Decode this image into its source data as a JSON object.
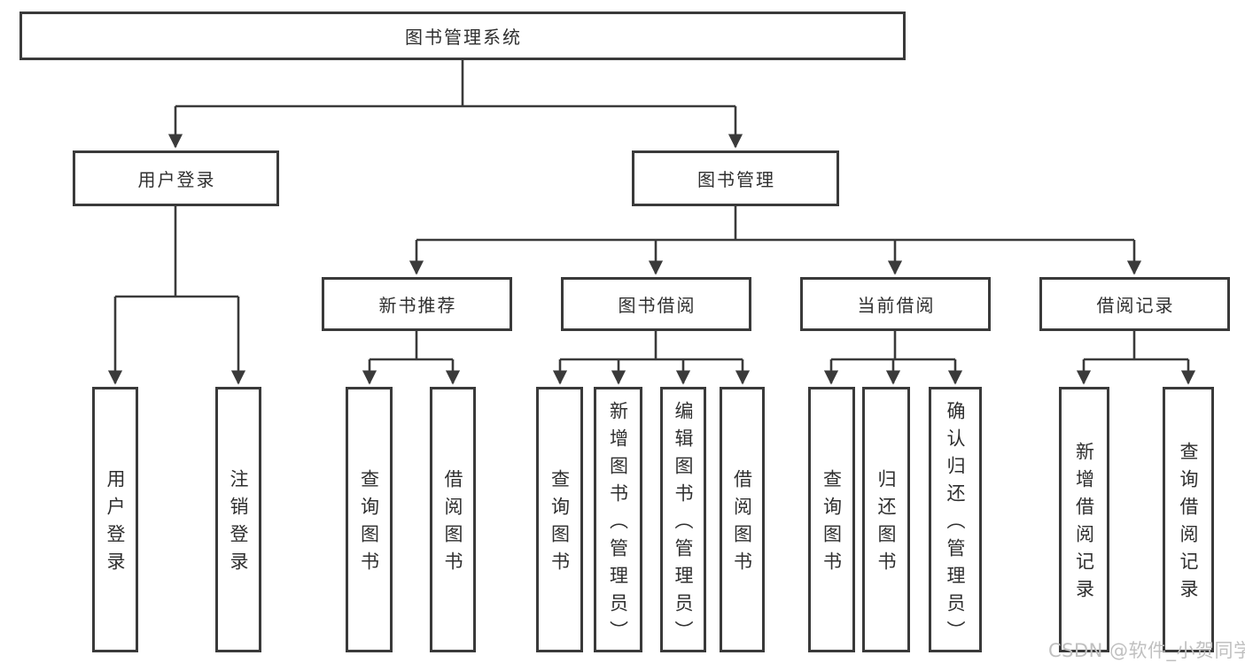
{
  "diagram": {
    "root": {
      "label": "图书管理系统"
    },
    "branches": [
      {
        "label": "用户登录",
        "children": [
          {
            "label": "用户登录"
          },
          {
            "label": "注销登录"
          }
        ]
      },
      {
        "label": "图书管理",
        "children": [
          {
            "label": "新书推荐",
            "children": [
              {
                "label": "查询图书"
              },
              {
                "label": "借阅图书"
              }
            ]
          },
          {
            "label": "图书借阅",
            "children": [
              {
                "label": "查询图书"
              },
              {
                "label": "新增图书（管理员）"
              },
              {
                "label": "编辑图书（管理员）"
              },
              {
                "label": "借阅图书"
              }
            ]
          },
          {
            "label": "当前借阅",
            "children": [
              {
                "label": "查询图书"
              },
              {
                "label": "归还图书"
              },
              {
                "label": "确认归还（管理员）"
              }
            ]
          },
          {
            "label": "借阅记录",
            "children": [
              {
                "label": "新增借阅记录"
              },
              {
                "label": "查询借阅记录"
              }
            ]
          }
        ]
      }
    ],
    "watermark": "CSDN @软件_小贺同学",
    "colors": {
      "line": "#3a3a3a",
      "text": "#2f2f2f",
      "watermark": "#c0c0c0",
      "background": "#ffffff"
    }
  }
}
